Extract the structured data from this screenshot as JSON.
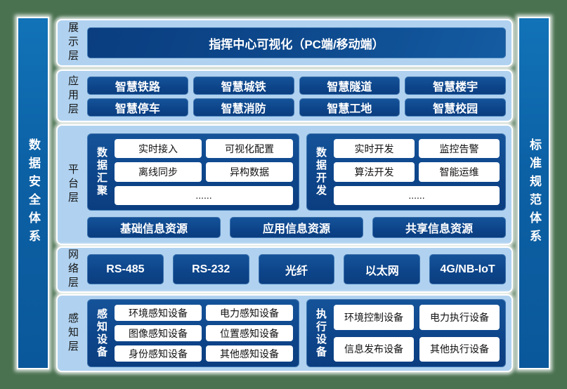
{
  "colors": {
    "page_background": "#4a7250",
    "pillar_blue": "#0f6aad",
    "layer_light_blue": "#b0d2f0",
    "box_dark_blue": "#0d4489",
    "inner_box_white": "#ffffff"
  },
  "pillars": {
    "left": "数据安全体系",
    "right": "标准规范体系"
  },
  "layers": {
    "display": {
      "label": "展示层",
      "main_box": "指挥中心可视化（PC端/移动端）"
    },
    "application": {
      "label": "应用层",
      "items": [
        "智慧铁路",
        "智慧城铁",
        "智慧隧道",
        "智慧楼宇",
        "智慧停车",
        "智慧消防",
        "智慧工地",
        "智慧校园"
      ]
    },
    "platform": {
      "label": "平台层",
      "groups": [
        {
          "label": "数据汇聚",
          "items": [
            "实时接入",
            "可视化配置",
            "离线同步",
            "异构数据"
          ],
          "more": "......"
        },
        {
          "label": "数据开发",
          "items": [
            "实时开发",
            "监控告警",
            "算法开发",
            "智能运维"
          ],
          "more": "......"
        }
      ],
      "resources": [
        "基础信息资源",
        "应用信息资源",
        "共享信息资源"
      ]
    },
    "network": {
      "label": "网络层",
      "items": [
        "RS-485",
        "RS-232",
        "光纤",
        "以太网",
        "4G/NB-IoT"
      ]
    },
    "perception": {
      "label": "感知层",
      "groups": [
        {
          "label": "感知设备",
          "items": [
            "环境感知设备",
            "电力感知设备",
            "图像感知设备",
            "位置感知设备",
            "身份感知设备",
            "其他感知设备"
          ]
        },
        {
          "label": "执行设备",
          "items": [
            "环境控制设备",
            "电力执行设备",
            "信息发布设备",
            "其他执行设备"
          ]
        }
      ]
    }
  }
}
